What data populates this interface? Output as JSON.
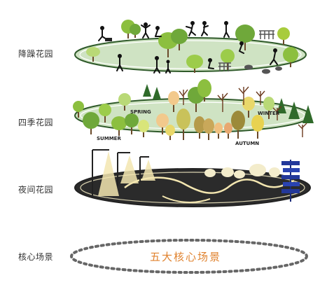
{
  "labels": {
    "healing_garden": "降躁花园",
    "four_seasons_garden": "四季花园",
    "night_garden": "夜间花园",
    "core_scenes": "核心场景"
  },
  "seasons": {
    "spring": "SPRING",
    "summer": "SUMMER",
    "autumn": "AUTUMN",
    "winter": "WINTER"
  },
  "core_caption": "五大核心场景",
  "colors": {
    "ellipse_fill": "#cfe3c3",
    "ellipse_ring": "#2f5a2a",
    "tree_green": "#8cbf3f",
    "tree_dark": "#4f8a2e",
    "night_fill": "#2b2b2b",
    "night_path": "#f3e6b0",
    "dashed_ring": "#666666",
    "core_text": "#e0822e"
  }
}
